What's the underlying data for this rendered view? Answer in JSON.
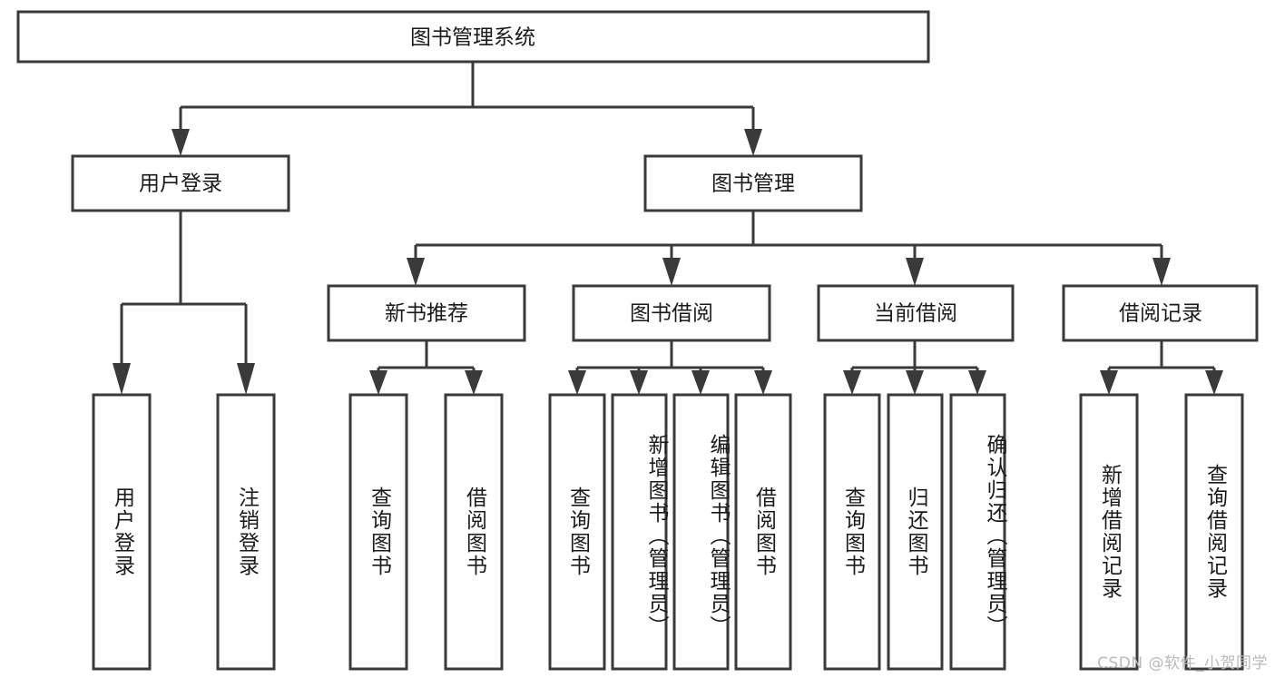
{
  "diagram": {
    "title": "图书管理系统",
    "type": "tree-hierarchy-diagram",
    "watermark": "CSDN @软件_小贺同学",
    "colors": {
      "stroke": "#3a3a3a",
      "node_fill": "#ffffff",
      "text": "#1a1a1a",
      "background": "#ffffff",
      "watermark": "#b9b9b9"
    },
    "root": {
      "label": "图书管理系统"
    },
    "level2": [
      {
        "id": "user-login",
        "label": "用户登录"
      },
      {
        "id": "book-management",
        "label": "图书管理"
      }
    ],
    "level3": [
      {
        "id": "new-book-recommend",
        "label": "新书推荐"
      },
      {
        "id": "book-borrow",
        "label": "图书借阅"
      },
      {
        "id": "current-borrow",
        "label": "当前借阅"
      },
      {
        "id": "borrow-record",
        "label": "借阅记录"
      }
    ],
    "leaves": {
      "user-login": [
        {
          "id": "leaf-user-login",
          "label": "用户登录"
        },
        {
          "id": "leaf-logout",
          "label": "注销登录"
        }
      ],
      "new-book-recommend": [
        {
          "id": "leaf-query-book-1",
          "label": "查询图书"
        },
        {
          "id": "leaf-borrow-book-1",
          "label": "借阅图书"
        }
      ],
      "book-borrow": [
        {
          "id": "leaf-query-book-2",
          "label": "查询图书"
        },
        {
          "id": "leaf-add-book",
          "label": "新增图书（管理员）"
        },
        {
          "id": "leaf-edit-book",
          "label": "编辑图书（管理员）"
        },
        {
          "id": "leaf-borrow-book-2",
          "label": "借阅图书"
        }
      ],
      "current-borrow": [
        {
          "id": "leaf-query-book-3",
          "label": "查询图书"
        },
        {
          "id": "leaf-return-book",
          "label": "归还图书"
        },
        {
          "id": "leaf-confirm-return",
          "label": "确认归还（管理员）"
        }
      ],
      "borrow-record": [
        {
          "id": "leaf-add-record",
          "label": "新增借阅记录"
        },
        {
          "id": "leaf-query-record",
          "label": "查询借阅记录"
        }
      ]
    }
  }
}
